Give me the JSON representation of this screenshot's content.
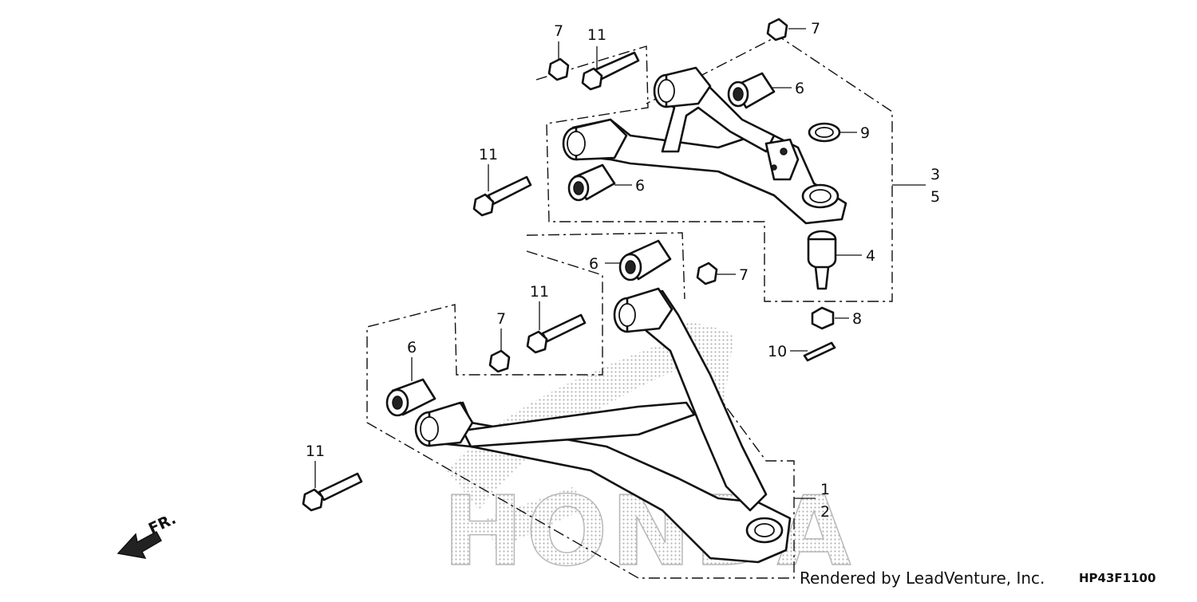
{
  "callouts": {
    "c7a": "7",
    "c11a": "11",
    "c7b": "7",
    "c6a": "6",
    "c9": "9",
    "c3": "3",
    "c5": "5",
    "c11b": "11",
    "c6b": "6",
    "c4": "4",
    "c6c": "6",
    "c7c": "7",
    "c11c": "11",
    "c7d": "7",
    "c8": "8",
    "c6d": "6",
    "c10": "10",
    "c11d": "11",
    "c1": "1",
    "c2": "2"
  },
  "direction_label": "FR.",
  "watermark": "HONDA",
  "footer": {
    "rendered_by": "Rendered by LeadVenture, Inc.",
    "diagram_code": "HP43F1100"
  },
  "colors": {
    "ink": "#111111",
    "watermark": "#b8b8b8",
    "background": "#ffffff"
  }
}
